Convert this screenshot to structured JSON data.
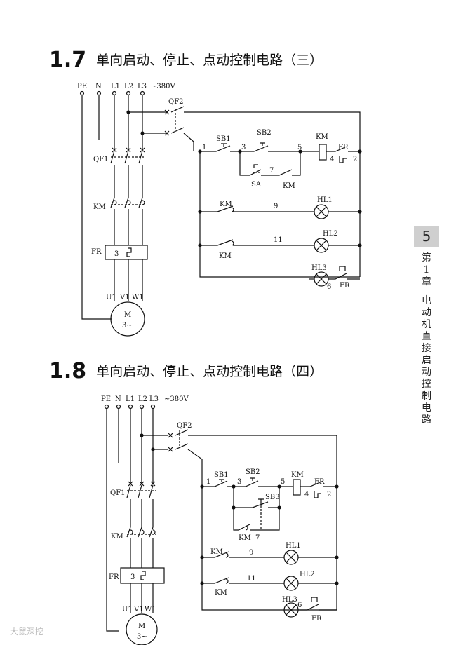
{
  "sections": [
    {
      "number": "1.7",
      "title": "单向启动、停止、点动控制电路（三）"
    },
    {
      "number": "1.8",
      "title": "单向启动、停止、点动控制电路（四）"
    }
  ],
  "side_tab": {
    "number": "5",
    "chapter_prefix": "第",
    "chapter_num": "1",
    "chapter_suffix": "章",
    "chapter_title_chars": [
      "电",
      "动",
      "机",
      "直",
      "接",
      "启",
      "动",
      "控",
      "制",
      "电",
      "路"
    ]
  },
  "diagram_labels": {
    "pe": "PE",
    "n": "N",
    "l1": "L1",
    "l2": "L2",
    "l3": "L3",
    "voltage": "~380V",
    "qf1": "QF1",
    "qf2": "QF2",
    "km": "KM",
    "fr": "FR",
    "thermal_num": "3",
    "u1": "U1",
    "v1": "V1",
    "w1": "W1",
    "motor": "M",
    "motor_phase": "3~",
    "sb1": "SB1",
    "sb2": "SB2",
    "sb3": "SB3",
    "sa": "SA",
    "hl1": "HL1",
    "hl2": "HL2",
    "hl3": "HL3",
    "n1": "1",
    "n2": "2",
    "n3": "3",
    "n4": "4",
    "n5": "5",
    "n6": "6",
    "n7": "7",
    "n9": "9",
    "n11": "11"
  },
  "watermark": "大鼠深挖"
}
